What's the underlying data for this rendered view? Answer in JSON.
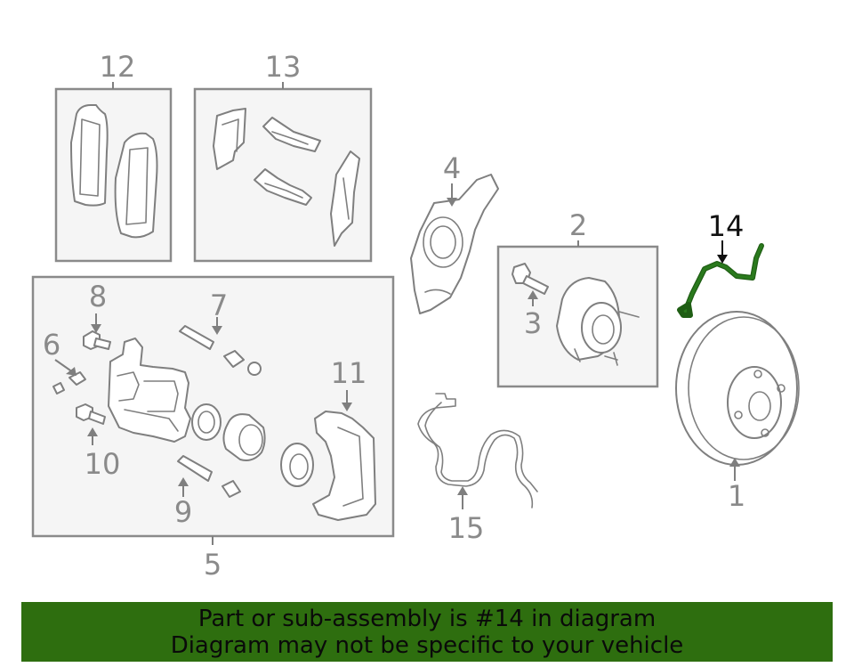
{
  "diagram": {
    "highlighted_part": "14",
    "callouts": {
      "c1": "1",
      "c2": "2",
      "c3": "3",
      "c4": "4",
      "c5": "5",
      "c6": "6",
      "c7": "7",
      "c8": "8",
      "c9": "9",
      "c10": "10",
      "c11": "11",
      "c12": "12",
      "c13": "13",
      "c14": "14",
      "c15": "15"
    },
    "colors": {
      "line": "#8a8a8a",
      "highlight": "#2a7a1d",
      "banner": "#2e6e0f"
    }
  },
  "banner": {
    "line1": "Part or sub-assembly is #14 in diagram",
    "line2": "Diagram may not be specific to your vehicle"
  }
}
